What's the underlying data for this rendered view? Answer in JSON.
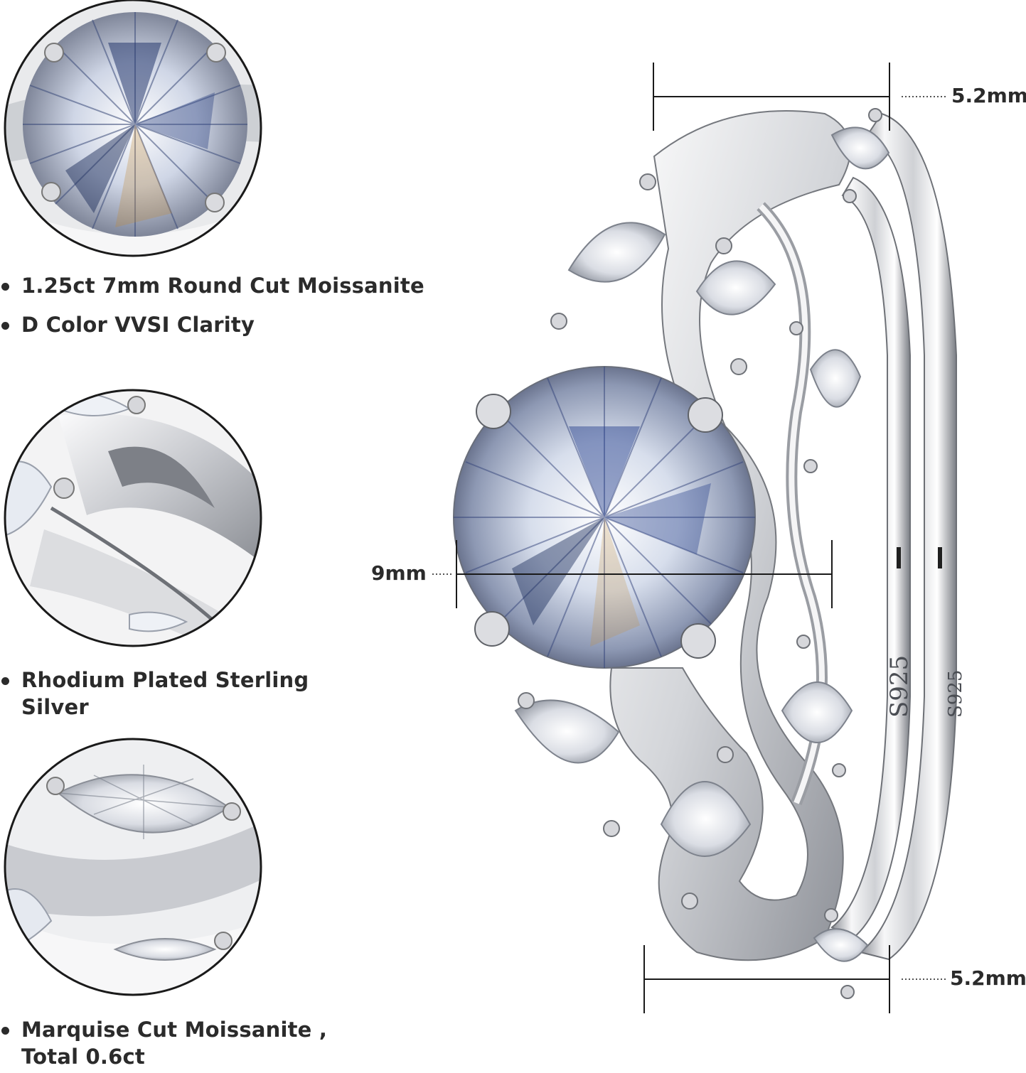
{
  "features": [
    {
      "lines": [
        "1.25ct 7mm Round Cut Moissanite"
      ]
    },
    {
      "lines": [
        "D Color VVSI Clarity"
      ]
    },
    {
      "lines": [
        "Rhodium Plated Sterling",
        "Silver"
      ]
    },
    {
      "lines": [
        "Marquise Cut Moissanite ,",
        "Total 0.6ct"
      ]
    }
  ],
  "dimensions": {
    "top_band_width": "5.2mm",
    "stone_diameter": "9mm",
    "bottom_band_width": "5.2mm"
  },
  "engravings": [
    "S925",
    "S925"
  ],
  "colors": {
    "background": "#ffffff",
    "text": "#2b2b2b",
    "metal_light": "#f4f4f6",
    "metal_mid": "#c9cbd0",
    "metal_dark": "#6b6e75",
    "stone_blue": "#1e3a8a",
    "circle_border": "#1a1a1a"
  }
}
